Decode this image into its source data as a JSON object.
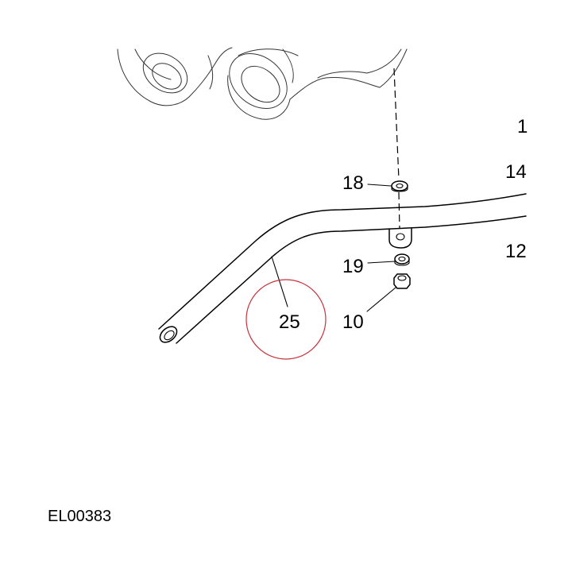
{
  "callouts": {
    "c18": "18",
    "c19": "19",
    "c10": "10",
    "c25": "25",
    "c14": "14",
    "c12": "12",
    "c1x": "1"
  },
  "reference": "EL00383",
  "colors": {
    "lines": "#000000",
    "highlight_circle": "#c8323c",
    "background": "#ffffff"
  }
}
